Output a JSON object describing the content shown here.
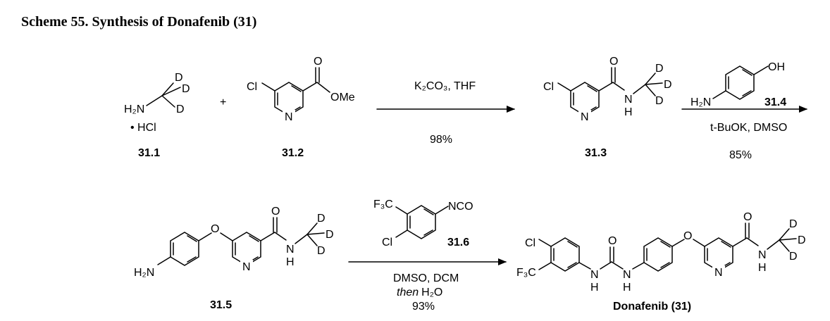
{
  "scheme": {
    "title": "Scheme 55. Synthesis of Donafenib (31)"
  },
  "atoms": {
    "h2n": "H₂N",
    "d": "D",
    "hcl": "• HCl",
    "plus": "+",
    "cl": "Cl",
    "o": "O",
    "ome": "OMe",
    "n": "N",
    "h": "H",
    "oh": "OH",
    "f3c": "F₃C",
    "nco": "NCO"
  },
  "reagents": {
    "step1": "K₂CO₃, THF",
    "step2_main": "t-BuOK, DMSO",
    "step3_line1": "DMSO, DCM",
    "step3_then": "then",
    "step3_water": "H₂O"
  },
  "yields": {
    "step1": "98%",
    "step2": "85%",
    "step3": "93%"
  },
  "compounds": {
    "c311": "31.1",
    "c312": "31.2",
    "c313": "31.3",
    "c314": "31.4",
    "c315": "31.5",
    "c316": "31.6",
    "product": "Donafenib (31)"
  }
}
